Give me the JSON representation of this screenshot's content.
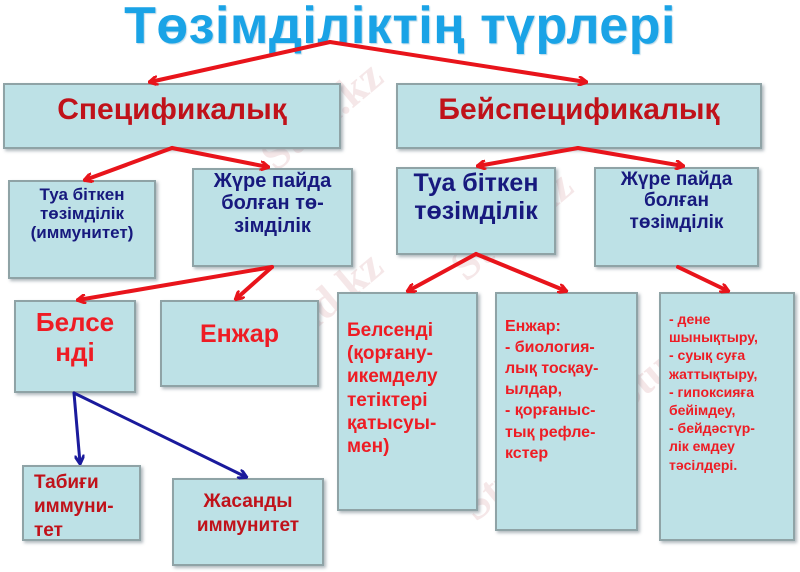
{
  "title": "Төзімділіктің түрлері",
  "level1": {
    "specific": "Спецификалық",
    "nonspecific": "Бейспецификалық"
  },
  "level2": {
    "specific_innate": [
      "Туа біткен",
      "төзімділік",
      "(иммунитет)"
    ],
    "specific_acquired": [
      "Жүре пайда",
      "болған тө-",
      "зімділік"
    ],
    "nonspecific_innate": [
      "Туа біткен",
      "төзімділік"
    ],
    "nonspecific_acquired": [
      "Жүре пайда",
      "болған",
      "төзімділік"
    ]
  },
  "level3": {
    "active": [
      "Белсе",
      "нді"
    ],
    "passive": "Енжар",
    "nonspecific_active": [
      "Белсенді",
      "(қорғану-",
      "икемделу",
      "тетіктері",
      "қатысуы-",
      "мен)"
    ],
    "nonspecific_passive": [
      "Енжар:",
      "- биология-",
      "лық тосқау-",
      "ылдар,",
      "- қорғаныс-",
      "тық рефле-",
      "кстер"
    ],
    "nonspecific_acquired_list": [
      "- дене",
      "шынықтыру,",
      "- суық суға",
      "жаттықтыру,",
      "- гипоксияға",
      "бейімдеу,",
      "- бейдәстүр-",
      "лік емдеу",
      "тәсілдері."
    ]
  },
  "level4": {
    "natural": [
      "Табиғи",
      "иммуни-",
      "тет"
    ],
    "artificial": [
      "Жасанды",
      "иммунитет"
    ]
  },
  "watermark": "Stud.kz",
  "colors": {
    "title": "#1aa3e6",
    "box_fill": "#bde1e6",
    "box_border": "#8fa3a6",
    "arrow_red": "#e8141b",
    "arrow_blue": "#1a1a9c",
    "text_dark_red": "#c0121a",
    "text_red": "#ee1c24",
    "text_navy": "#17197e"
  }
}
